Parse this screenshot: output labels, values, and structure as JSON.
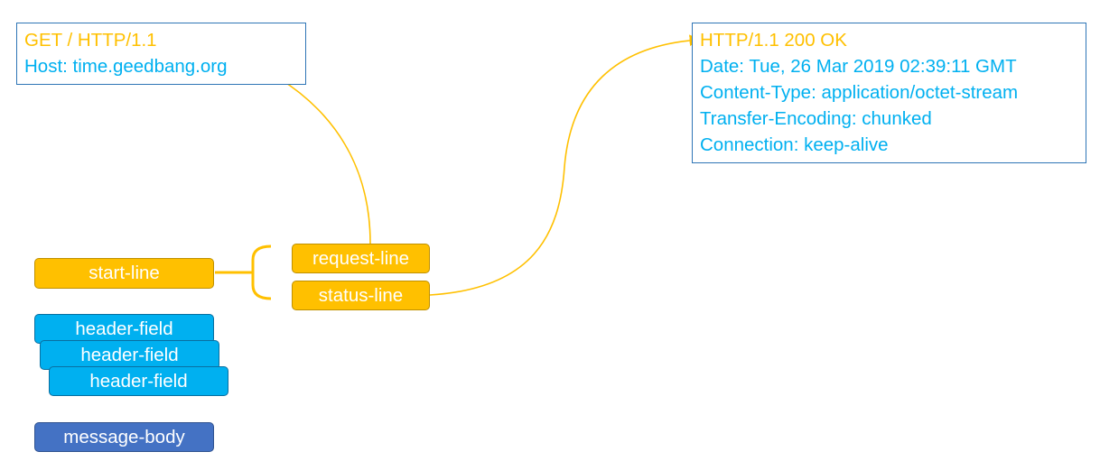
{
  "request_box": {
    "lines": [
      "GET / HTTP/1.1",
      "Host: time.geedbang.org"
    ]
  },
  "response_box": {
    "lines": [
      "HTTP/1.1 200 OK",
      "Date: Tue, 26 Mar 2019 02:39:11 GMT",
      "Content-Type: application/octet-stream",
      "Transfer-Encoding: chunked",
      "Connection: keep-alive"
    ]
  },
  "blocks": {
    "start_line": "start-line",
    "request_line": "request-line",
    "status_line": "status-line",
    "header_fields": [
      "header-field",
      "header-field",
      "header-field"
    ],
    "message_body": "message-body"
  },
  "colors": {
    "start_line_fill": "#ffc000",
    "header_fill": "#00b0f0",
    "body_fill": "#4472c4",
    "text_blue": "#00b0f0",
    "text_orange": "#ffc000",
    "connector": "#ffc000",
    "box_border": "#2e75b6"
  }
}
